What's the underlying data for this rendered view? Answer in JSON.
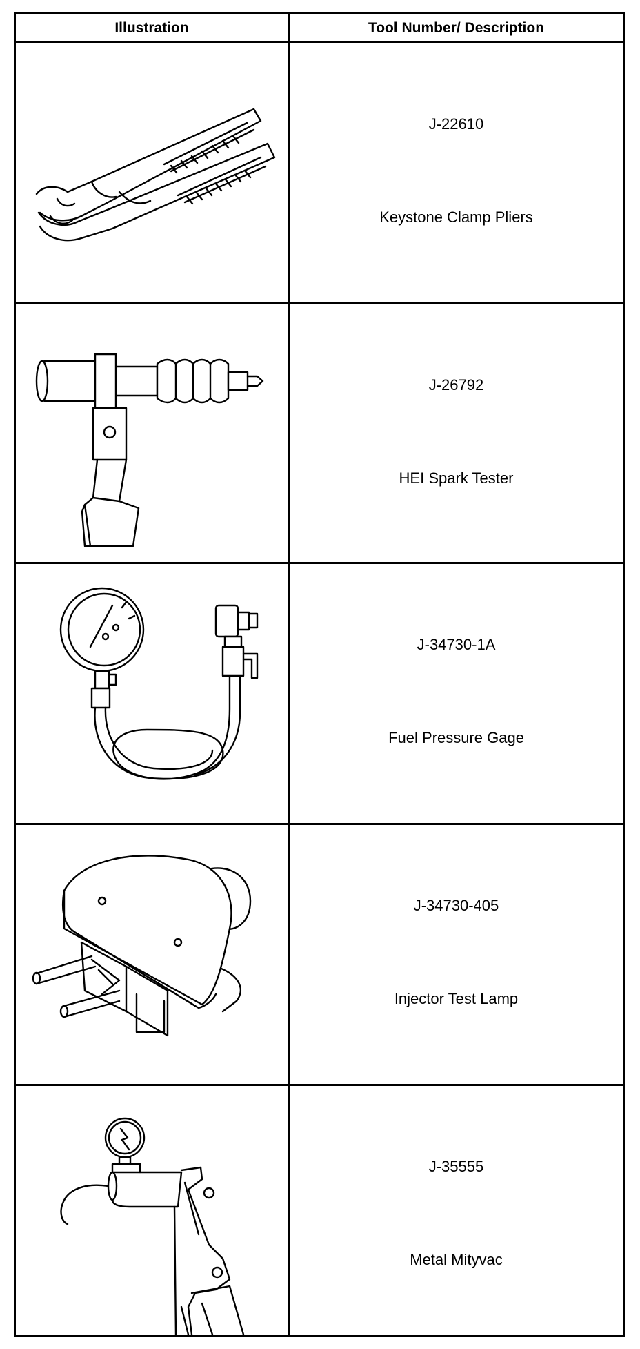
{
  "header": {
    "illustration": "Illustration",
    "tool": "Tool Number/ Description"
  },
  "rows": [
    {
      "number": "J-22610",
      "name": "Keystone Clamp Pliers",
      "icon": "keystone-clamp-pliers-icon"
    },
    {
      "number": "J-26792",
      "name": "HEI Spark Tester",
      "icon": "hei-spark-tester-icon"
    },
    {
      "number": "J-34730-1A",
      "name": "Fuel Pressure Gage",
      "icon": "fuel-pressure-gage-icon"
    },
    {
      "number": "J-34730-405",
      "name": "Injector Test Lamp",
      "icon": "injector-test-lamp-icon"
    },
    {
      "number": "J-35555",
      "name": "Metal Mityvac",
      "icon": "metal-mityvac-icon"
    }
  ]
}
